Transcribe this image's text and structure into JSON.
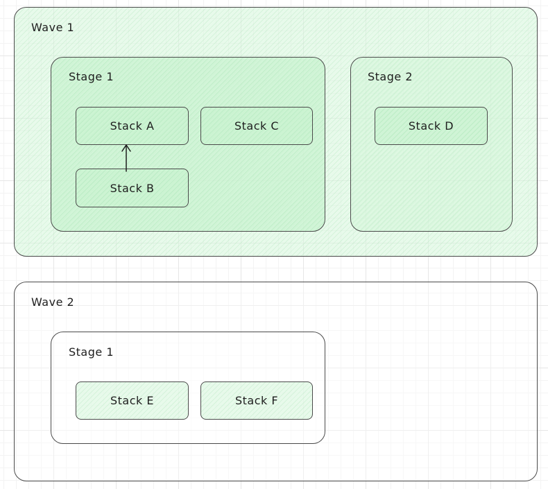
{
  "waves": [
    {
      "label": "Wave 1",
      "stages": [
        {
          "label": "Stage 1",
          "stacks": [
            "Stack A",
            "Stack C",
            "Stack B"
          ]
        },
        {
          "label": "Stage 2",
          "stacks": [
            "Stack D"
          ]
        }
      ]
    },
    {
      "label": "Wave 2",
      "stages": [
        {
          "label": "Stage 1",
          "stacks": [
            "Stack E",
            "Stack F"
          ]
        }
      ]
    }
  ],
  "dependencies": [
    {
      "from": "Stack B",
      "to": "Stack A"
    }
  ],
  "colors": {
    "fill": "#d6f5db",
    "fill_strong": "#cbf3d2",
    "stroke": "#4a4a4a",
    "grid": "#e6e6e6"
  }
}
